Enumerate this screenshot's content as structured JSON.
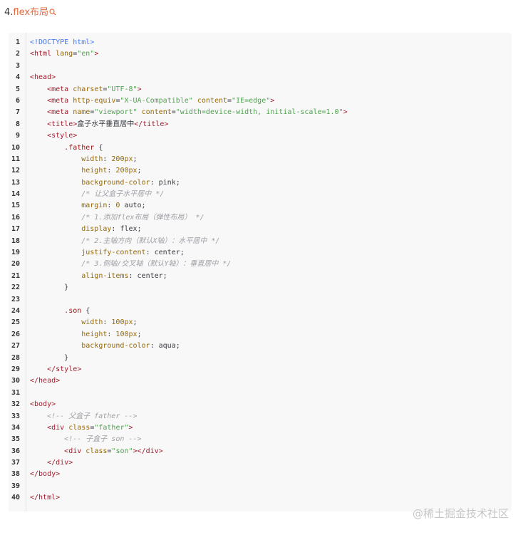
{
  "heading": {
    "number": "4.",
    "link_text": "flex布局"
  },
  "watermark": "@稀土掘金技术社区",
  "code": [
    {
      "n": "1",
      "tokens": [
        [
          "doc",
          "<!DOCTYPE html>"
        ]
      ]
    },
    {
      "n": "2",
      "tokens": [
        [
          "tagname",
          "<html "
        ],
        [
          "attr",
          "lang"
        ],
        [
          "plain",
          "="
        ],
        [
          "str",
          "\"en\""
        ],
        [
          "tagname",
          ">"
        ]
      ]
    },
    {
      "n": "3",
      "tokens": []
    },
    {
      "n": "4",
      "tokens": [
        [
          "tagname",
          "<head>"
        ]
      ]
    },
    {
      "n": "5",
      "tokens": [
        [
          "plain",
          "    "
        ],
        [
          "tagname",
          "<meta "
        ],
        [
          "attr",
          "charset"
        ],
        [
          "plain",
          "="
        ],
        [
          "str",
          "\"UTF-8\""
        ],
        [
          "tagname",
          ">"
        ]
      ]
    },
    {
      "n": "6",
      "tokens": [
        [
          "plain",
          "    "
        ],
        [
          "tagname",
          "<meta "
        ],
        [
          "attr",
          "http-equiv"
        ],
        [
          "plain",
          "="
        ],
        [
          "str",
          "\"X-UA-Compatible\""
        ],
        [
          "plain",
          " "
        ],
        [
          "attr",
          "content"
        ],
        [
          "plain",
          "="
        ],
        [
          "str",
          "\"IE=edge\""
        ],
        [
          "tagname",
          ">"
        ]
      ]
    },
    {
      "n": "7",
      "tokens": [
        [
          "plain",
          "    "
        ],
        [
          "tagname",
          "<meta "
        ],
        [
          "attr",
          "name"
        ],
        [
          "plain",
          "="
        ],
        [
          "str",
          "\"viewport\""
        ],
        [
          "plain",
          " "
        ],
        [
          "attr",
          "content"
        ],
        [
          "plain",
          "="
        ],
        [
          "str",
          "\"width=device-width, initial-scale=1.0\""
        ],
        [
          "tagname",
          ">"
        ]
      ]
    },
    {
      "n": "8",
      "tokens": [
        [
          "plain",
          "    "
        ],
        [
          "tagname",
          "<title>"
        ],
        [
          "plain",
          "盒子水平垂直居中"
        ],
        [
          "tagname",
          "</title>"
        ]
      ]
    },
    {
      "n": "9",
      "tokens": [
        [
          "plain",
          "    "
        ],
        [
          "tagname",
          "<style>"
        ]
      ]
    },
    {
      "n": "10",
      "tokens": [
        [
          "plain",
          "        "
        ],
        [
          "sel",
          ".father"
        ],
        [
          "plain",
          " {"
        ]
      ]
    },
    {
      "n": "11",
      "tokens": [
        [
          "plain",
          "            "
        ],
        [
          "prop",
          "width"
        ],
        [
          "plain",
          ": "
        ],
        [
          "num",
          "200px"
        ],
        [
          "plain",
          ";"
        ]
      ]
    },
    {
      "n": "12",
      "tokens": [
        [
          "plain",
          "            "
        ],
        [
          "prop",
          "height"
        ],
        [
          "plain",
          ": "
        ],
        [
          "num",
          "200px"
        ],
        [
          "plain",
          ";"
        ]
      ]
    },
    {
      "n": "13",
      "tokens": [
        [
          "plain",
          "            "
        ],
        [
          "prop",
          "background-color"
        ],
        [
          "plain",
          ": pink;"
        ]
      ]
    },
    {
      "n": "14",
      "tokens": [
        [
          "plain",
          "            "
        ],
        [
          "com",
          "/* 让父盒子水平居中 */"
        ]
      ]
    },
    {
      "n": "15",
      "tokens": [
        [
          "plain",
          "            "
        ],
        [
          "prop",
          "margin"
        ],
        [
          "plain",
          ": "
        ],
        [
          "num",
          "0"
        ],
        [
          "plain",
          " auto;"
        ]
      ]
    },
    {
      "n": "16",
      "tokens": [
        [
          "plain",
          "            "
        ],
        [
          "com",
          "/* 1.添加flex布局（弹性布局） */"
        ]
      ]
    },
    {
      "n": "17",
      "tokens": [
        [
          "plain",
          "            "
        ],
        [
          "prop",
          "display"
        ],
        [
          "plain",
          ": flex;"
        ]
      ]
    },
    {
      "n": "18",
      "tokens": [
        [
          "plain",
          "            "
        ],
        [
          "com",
          "/* 2.主轴方向（默认X轴）：水平居中 */"
        ]
      ]
    },
    {
      "n": "19",
      "tokens": [
        [
          "plain",
          "            "
        ],
        [
          "prop",
          "justify-content"
        ],
        [
          "plain",
          ": center;"
        ]
      ]
    },
    {
      "n": "20",
      "tokens": [
        [
          "plain",
          "            "
        ],
        [
          "com",
          "/* 3.侧轴/交叉轴（默认Y轴）：垂直居中 */"
        ]
      ]
    },
    {
      "n": "21",
      "tokens": [
        [
          "plain",
          "            "
        ],
        [
          "prop",
          "align-items"
        ],
        [
          "plain",
          ": center;"
        ]
      ]
    },
    {
      "n": "22",
      "tokens": [
        [
          "plain",
          "        }"
        ]
      ]
    },
    {
      "n": "23",
      "tokens": []
    },
    {
      "n": "24",
      "tokens": [
        [
          "plain",
          "        "
        ],
        [
          "sel",
          ".son"
        ],
        [
          "plain",
          " {"
        ]
      ]
    },
    {
      "n": "25",
      "tokens": [
        [
          "plain",
          "            "
        ],
        [
          "prop",
          "width"
        ],
        [
          "plain",
          ": "
        ],
        [
          "num",
          "100px"
        ],
        [
          "plain",
          ";"
        ]
      ]
    },
    {
      "n": "26",
      "tokens": [
        [
          "plain",
          "            "
        ],
        [
          "prop",
          "height"
        ],
        [
          "plain",
          ": "
        ],
        [
          "num",
          "100px"
        ],
        [
          "plain",
          ";"
        ]
      ]
    },
    {
      "n": "27",
      "tokens": [
        [
          "plain",
          "            "
        ],
        [
          "prop",
          "background-color"
        ],
        [
          "plain",
          ": aqua;"
        ]
      ]
    },
    {
      "n": "28",
      "tokens": [
        [
          "plain",
          "        }"
        ]
      ]
    },
    {
      "n": "29",
      "tokens": [
        [
          "plain",
          "    "
        ],
        [
          "tagname",
          "</style>"
        ]
      ]
    },
    {
      "n": "30",
      "tokens": [
        [
          "tagname",
          "</head>"
        ]
      ]
    },
    {
      "n": "31",
      "tokens": []
    },
    {
      "n": "32",
      "tokens": [
        [
          "tagname",
          "<body>"
        ]
      ]
    },
    {
      "n": "33",
      "tokens": [
        [
          "plain",
          "    "
        ],
        [
          "com",
          "<!-- 父盒子 father -->"
        ]
      ]
    },
    {
      "n": "34",
      "tokens": [
        [
          "plain",
          "    "
        ],
        [
          "tagname",
          "<div "
        ],
        [
          "attr",
          "class"
        ],
        [
          "plain",
          "="
        ],
        [
          "str",
          "\"father\""
        ],
        [
          "tagname",
          ">"
        ]
      ]
    },
    {
      "n": "35",
      "tokens": [
        [
          "plain",
          "        "
        ],
        [
          "com",
          "<!-- 子盒子 son -->"
        ]
      ]
    },
    {
      "n": "36",
      "tokens": [
        [
          "plain",
          "        "
        ],
        [
          "tagname",
          "<div "
        ],
        [
          "attr",
          "class"
        ],
        [
          "plain",
          "="
        ],
        [
          "str",
          "\"son\""
        ],
        [
          "tagname",
          "></div>"
        ]
      ]
    },
    {
      "n": "37",
      "tokens": [
        [
          "plain",
          "    "
        ],
        [
          "tagname",
          "</div>"
        ]
      ]
    },
    {
      "n": "38",
      "tokens": [
        [
          "tagname",
          "</body>"
        ]
      ]
    },
    {
      "n": "39",
      "tokens": []
    },
    {
      "n": "40",
      "tokens": [
        [
          "tagname",
          "</html>"
        ]
      ]
    }
  ]
}
